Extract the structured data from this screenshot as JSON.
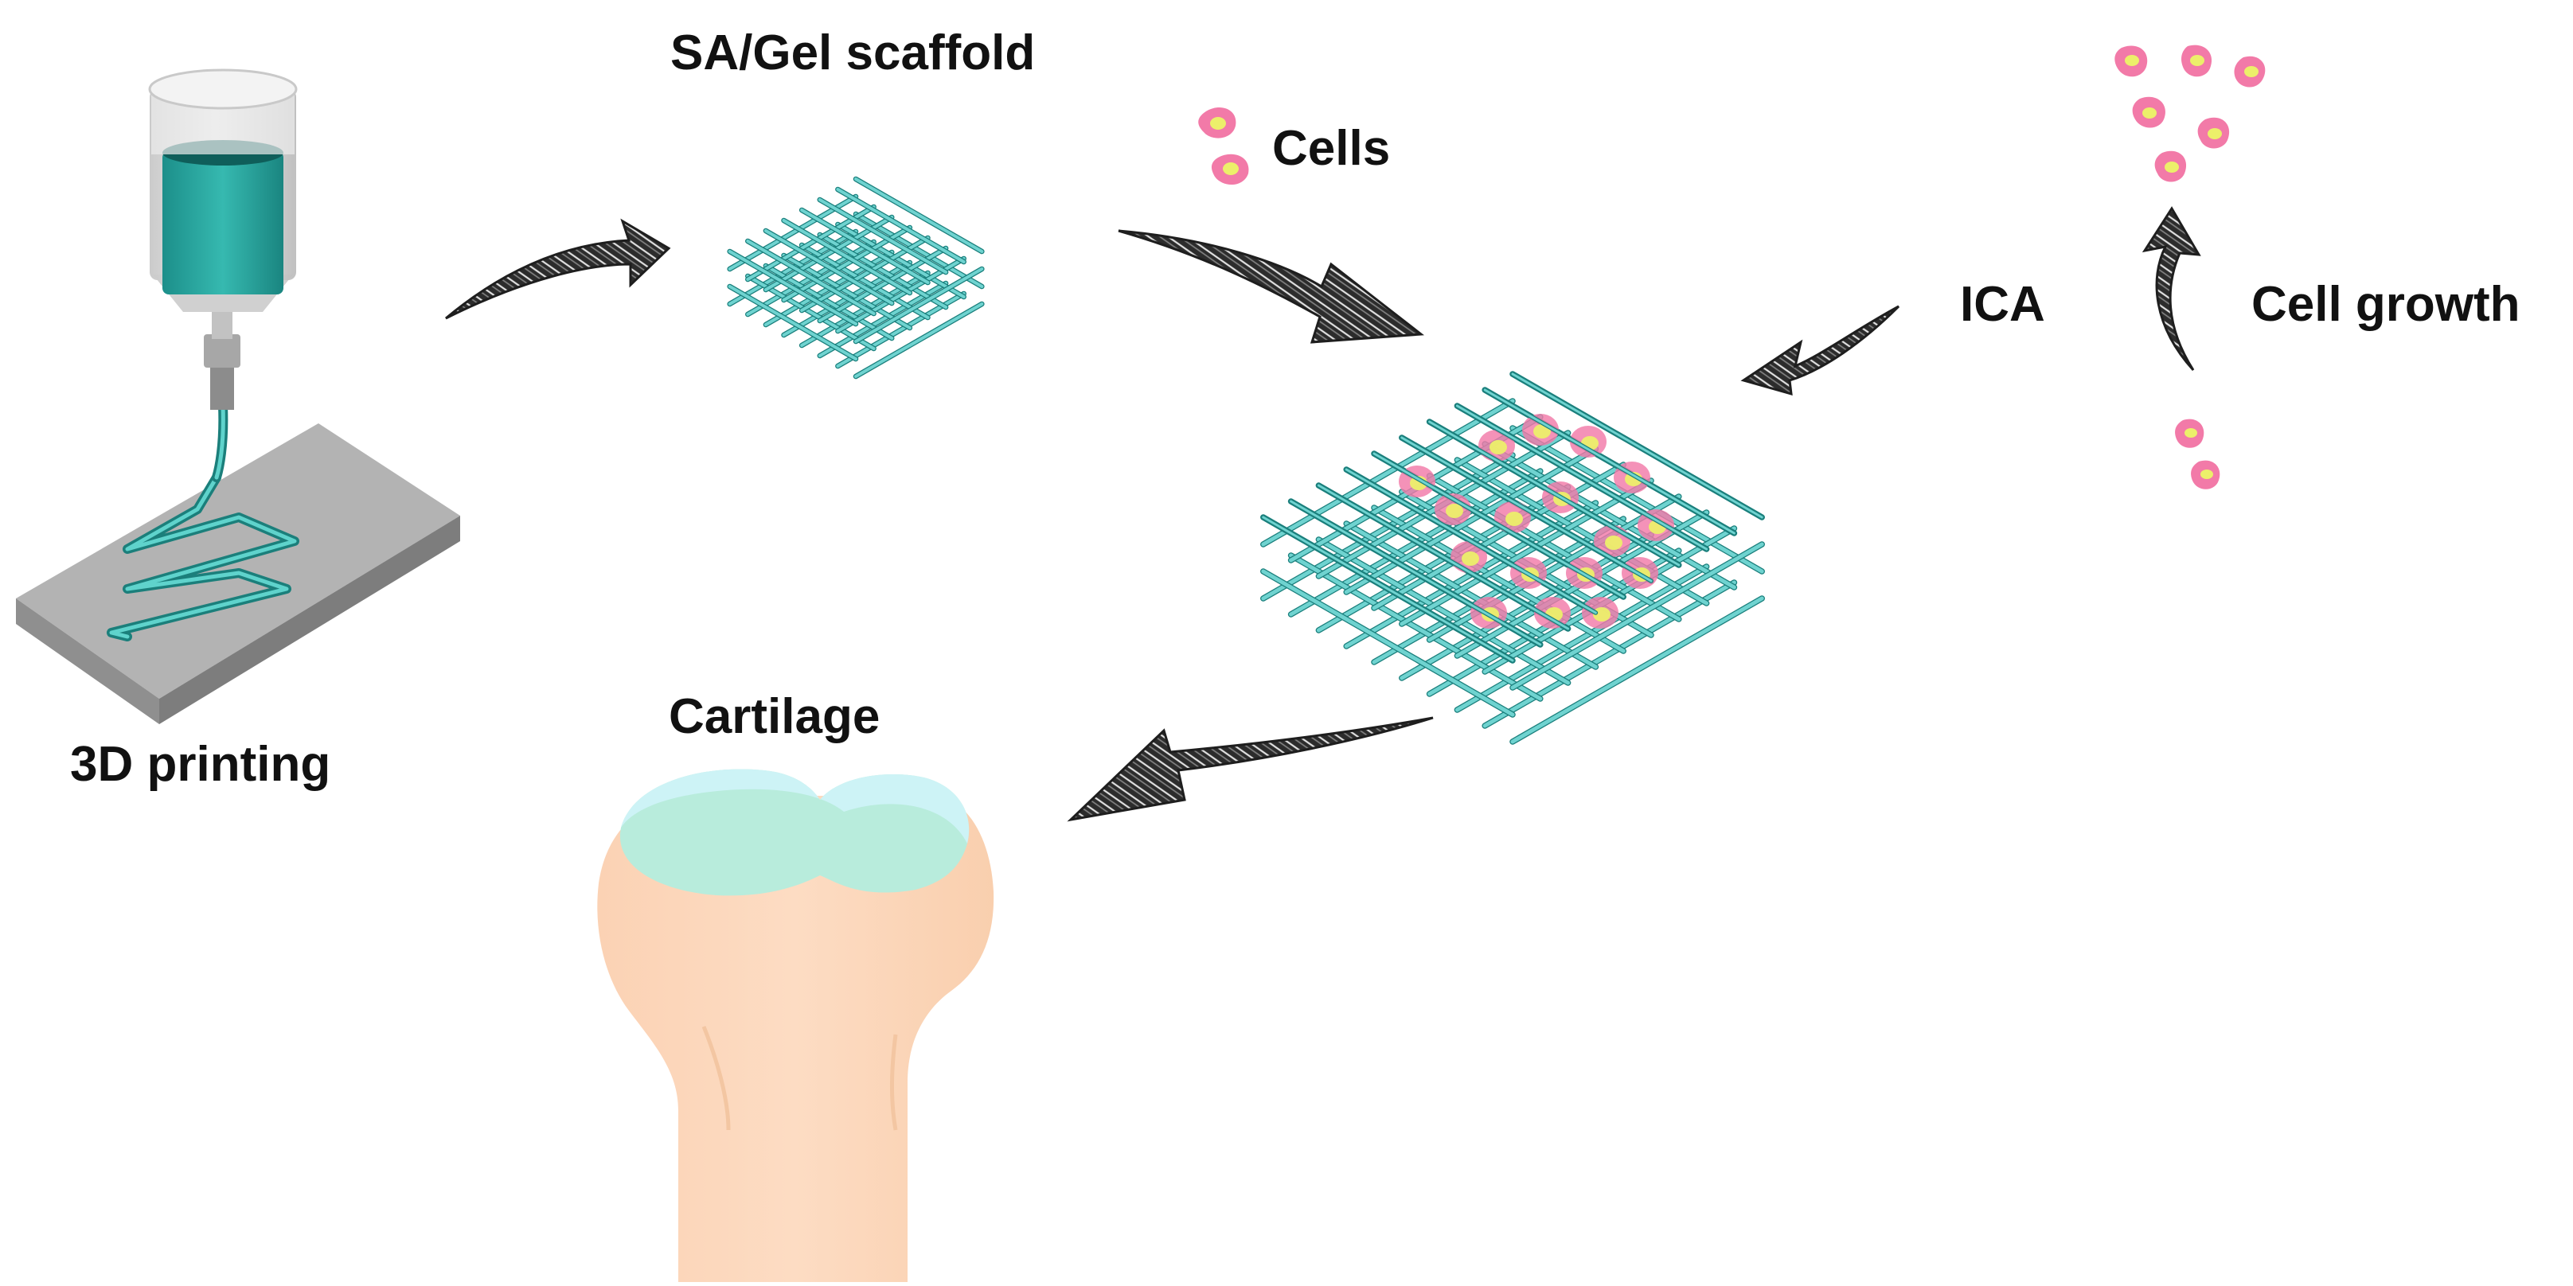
{
  "labels": {
    "printing": "3D printing",
    "scaffold": "SA/Gel scaffold",
    "cells": "Cells",
    "ica": "ICA",
    "growth": "Cell growth",
    "cartilage": "Cartilage"
  },
  "colors": {
    "fiber": "#2ab3b3",
    "fiber_light": "#6fd3d0",
    "cell_body": "#f27aa8",
    "cell_nucleus": "#ecef6a",
    "bone": "#fdd8bd",
    "cartilage": "#b8ecdc",
    "cartilage_edge": "#c9f2f6",
    "plate": "#a9a9a9",
    "arrow": "#3a3a3a"
  }
}
